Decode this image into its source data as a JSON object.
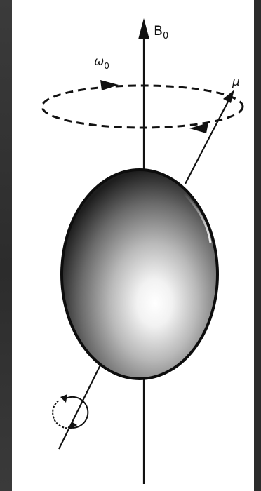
{
  "labels": {
    "field": "B",
    "field_sub": "0",
    "precession": "ω",
    "precession_sub": "0",
    "moment": "μ"
  },
  "colors": {
    "background_frame": "#303030",
    "panel": "#ffffff",
    "ink": "#111111",
    "sphere_dark": "#1a1a1a",
    "sphere_light": "#ffffff"
  },
  "icons": {
    "field_arrow": "up-arrow",
    "precession_orbit": "dashed-ellipse",
    "spin_indicator": "circular-arrows-icon"
  }
}
